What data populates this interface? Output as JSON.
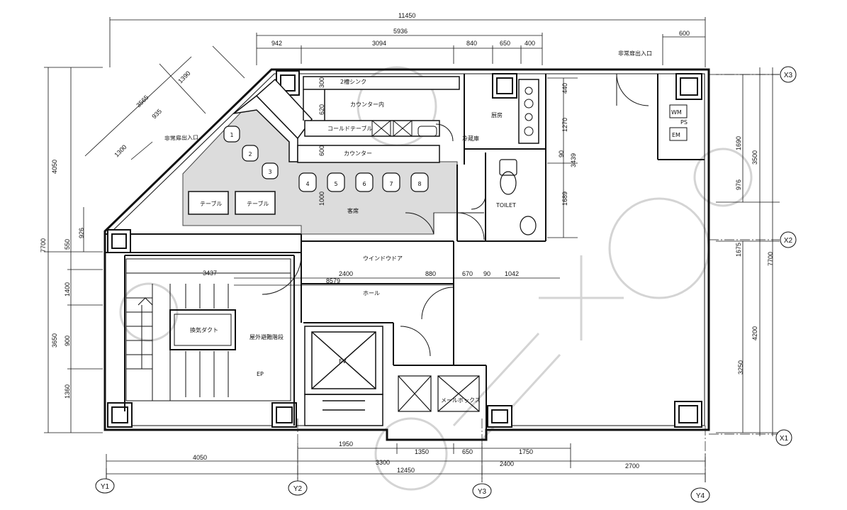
{
  "dimensions": {
    "top_total": "11450",
    "top_sub": "5936",
    "top_600": "600",
    "top_row": [
      "942",
      "3094",
      "840",
      "650",
      "400"
    ],
    "left_4050": "4050",
    "left_7700": "7700",
    "left_550": "550",
    "left_926": "926",
    "left_1400": "1400",
    "left_3650": "3650",
    "left_900": "900",
    "left_1360": "1360",
    "diag_3565": "3565",
    "diag_935": "935",
    "diag_1390": "1390",
    "diag_1300": "1300",
    "right_1690": "1690",
    "right_3500": "3500",
    "right_976": "976",
    "right_1675": "1675",
    "right_7700": "7700",
    "right_4200": "4200",
    "right_3250": "3250",
    "inner_440": "440",
    "inner_1270": "1270",
    "inner_90": "90",
    "inner_3439": "3439",
    "inner_1689": "1689",
    "inner_300": "300",
    "inner_620": "620",
    "inner_600": "600",
    "inner_1000": "1000",
    "mid_3437": "3437",
    "mid_2400": "2400",
    "mid_880": "880",
    "mid_670": "670",
    "mid_90": "90",
    "mid_1042": "1042",
    "mid_8579": "8579",
    "bot_1950": "1950",
    "bot_1350": "1350",
    "bot_650": "650",
    "bot_1750": "1750",
    "bot_4050": "4050",
    "bot_3300": "3300",
    "bot_2400": "2400",
    "bot_2700": "2700",
    "bot_total": "12450"
  },
  "labels": {
    "emergency_entrance_top": "非常扉出入口",
    "emergency_entrance_left": "非常扉出入口",
    "inside_counter": "カウンター内",
    "cold_table": "コールドテーブル",
    "counter": "カウンター",
    "kitchen": "厨房",
    "refrigerator": "冷蔵庫",
    "toilet": "TOILET",
    "table_1": "テーブル",
    "table_2": "テーブル",
    "shop_floor": "客席",
    "window_door": "ウインドウドア",
    "hall": "ホール",
    "shaft": "換気ダクト",
    "stair_space": "屋外避難階段",
    "elevator": "EV",
    "mail_box": "メールボックス",
    "wm": "WM",
    "em": "EM",
    "ps": "PS",
    "ep": "EP",
    "sink_note": "2槽シンク"
  },
  "seats": [
    "1",
    "2",
    "3",
    "4",
    "5",
    "6",
    "7",
    "8"
  ],
  "axes": {
    "x": [
      "Y1",
      "Y2",
      "Y3",
      "Y4"
    ],
    "y": [
      "X3",
      "X2",
      "X1"
    ]
  }
}
